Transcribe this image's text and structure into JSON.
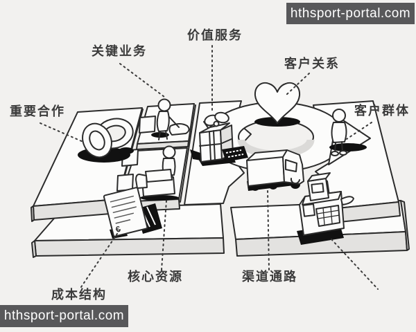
{
  "watermark": {
    "text": "hthsport-portal.com"
  },
  "canvas": {
    "labels": {
      "key_partners": "重要合作",
      "key_activities": "关键业务",
      "value_proposition": "价值服务",
      "customer_relationships": "客户关系",
      "customer_segments": "客户群体",
      "cost_structure": "成本结构",
      "key_resources": "核心资源",
      "channels": "渠道通路"
    },
    "document_glyph": "€",
    "icons": {
      "key_partners": "interlocked-rings-icon",
      "key_activities": "person-vacuuming-icon",
      "value_proposition": "gift-box-icon",
      "customer_relationships": "heart-icon",
      "customer_segments": "standing-person-icon",
      "cost_structure": "invoice-document-icon",
      "key_resources": "person-with-sofa-icon",
      "channels": "delivery-truck-icon",
      "revenue": "cash-register-icon"
    },
    "colors": {
      "background": "#f2f1ef",
      "line": "#2b2b2b",
      "label_text": "#3b3b3b",
      "watermark_bg": "#58585a",
      "watermark_text": "#ffffff",
      "slab_top": "#fcfcfb",
      "slab_side": "#e3e2e0",
      "shadow": "#111111"
    }
  }
}
